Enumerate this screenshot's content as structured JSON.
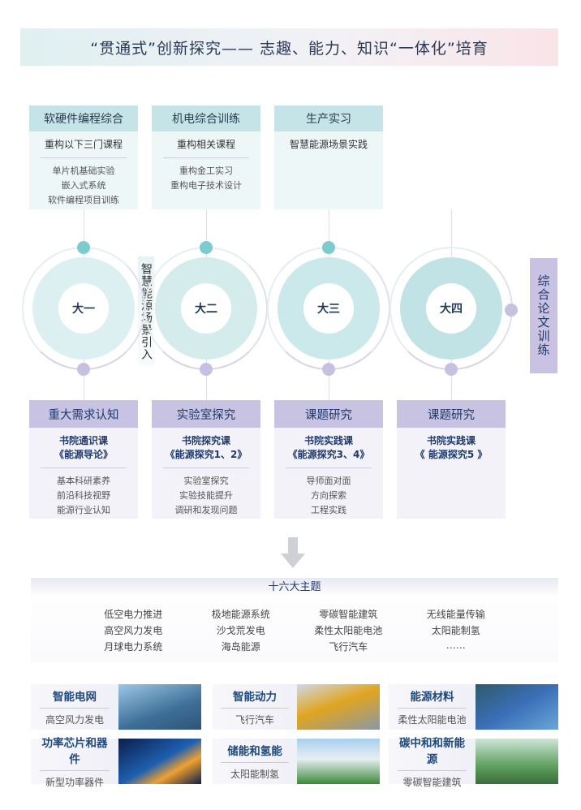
{
  "title": "“贯通式”创新探究—— 志趣、能力、知识“一体化”培育",
  "top_cards": [
    {
      "header": "软硬件编程综合",
      "sub": "重构以下三门课程",
      "items": [
        "单片机基础实验",
        "嵌入式系统",
        "软件编程项目训练"
      ]
    },
    {
      "header": "机电综合训练",
      "sub": "重构相关课程",
      "items": [
        "重构金工实习",
        "重构电子技术设计"
      ]
    },
    {
      "header": "生产实习",
      "sub": "智慧能源场景实践",
      "items": []
    }
  ],
  "years": [
    "大一",
    "大二",
    "大三",
    "大四"
  ],
  "side_label": "智慧能源场景引入",
  "right_label": "综合论文训练",
  "bottom_cards": [
    {
      "header": "重大需求认知",
      "sub1": "书院通识课",
      "sub2": "《能源导论》",
      "items": [
        "基本科研素养",
        "前沿科技视野",
        "能源行业认知"
      ]
    },
    {
      "header": "实验室探究",
      "sub1": "书院探究课",
      "sub2": "《能源探究1、2》",
      "items": [
        "实验室探究",
        "实验技能提升",
        "调研和发现问题"
      ]
    },
    {
      "header": "课题研究",
      "sub1": "书院实践课",
      "sub2": "《能源探究3、4》",
      "items": [
        "导师面对面",
        "方向探索",
        "工程实践"
      ]
    },
    {
      "header": "课题研究",
      "sub1": "书院实践课",
      "sub2": "《 能源探究5 》",
      "items": []
    }
  ],
  "themes": {
    "title": "十六大主题",
    "items": [
      "低空电力推进",
      "极地能源系统",
      "零碳智能建筑",
      "无线能量传输",
      "高空风力发电",
      "沙戈荒发电",
      "柔性太阳能电池",
      "太阳能制氢",
      "月球电力系统",
      "海岛能源",
      "飞行汽车",
      "……"
    ]
  },
  "tiles": [
    {
      "title": "智能电网",
      "sub": "高空风力发电",
      "img": "wind-turbine-bridge-image"
    },
    {
      "title": "智能动力",
      "sub": "飞行汽车",
      "img": "flying-car-image"
    },
    {
      "title": "能源材料",
      "sub": "柔性太阳能电池",
      "img": "flexible-solar-cell-image"
    },
    {
      "title": "功率芯片和器件",
      "sub": "新型功率器件",
      "img": "chip-image"
    },
    {
      "title": "储能和氢能",
      "sub": "太阳能制氢",
      "img": "hydrogen-plant-image"
    },
    {
      "title": "碳中和和新能源",
      "sub": "零碳智能建筑",
      "img": "green-building-image"
    }
  ]
}
